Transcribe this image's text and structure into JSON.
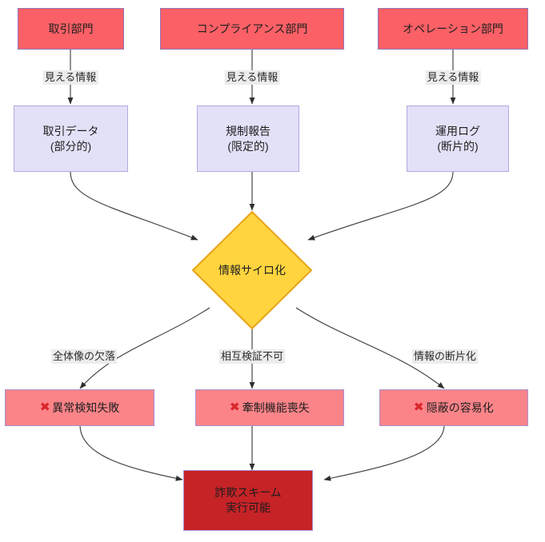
{
  "diagram": {
    "type": "flowchart",
    "title_text": "",
    "colors": {
      "department_fill": "#fb6066",
      "department_border": "#9575b5",
      "info_fill": "#e3e1f8",
      "info_border": "#b3a8e0",
      "silo_fill": "#ffd43f",
      "silo_border": "#e8a317",
      "failure_fill": "#fb8489",
      "failure_border": "#a98fd0",
      "final_fill": "#c62327",
      "final_border": "#a98fd0",
      "edge_stroke": "#333333",
      "edge_label_bg": "#ececec",
      "xmark_color": "#d8262b"
    },
    "departments": [
      {
        "id": "dept-trading",
        "label": "取引部門"
      },
      {
        "id": "dept-compliance",
        "label": "コンプライアンス部門"
      },
      {
        "id": "dept-operations",
        "label": "オペレーション部門"
      }
    ],
    "information": [
      {
        "id": "info-trading-data",
        "line1": "取引データ",
        "line2": "(部分的)"
      },
      {
        "id": "info-regulatory-report",
        "line1": "規制報告",
        "line2": "(限定的)"
      },
      {
        "id": "info-operation-log",
        "line1": "運用ログ",
        "line2": "(断片的)"
      }
    ],
    "silo": {
      "id": "information-silo",
      "label": "情報サイロ化"
    },
    "failures": [
      {
        "id": "failure-anomaly-detection",
        "mark": "✖",
        "label": "異常検知失敗"
      },
      {
        "id": "failure-check-function",
        "mark": "✖",
        "label": "牽制機能喪失"
      },
      {
        "id": "failure-concealment",
        "mark": "✖",
        "label": "隠蔽の容易化"
      }
    ],
    "final": {
      "id": "fraud-scheme",
      "line1": "詐欺スキーム",
      "line2": "実行可能"
    },
    "edge_labels": {
      "visible_info_1": "見える情報",
      "visible_info_2": "見える情報",
      "visible_info_3": "見える情報",
      "missing_big_picture": "全体像の欠落",
      "no_cross_verification": "相互検証不可",
      "fragmented_information": "情報の断片化"
    }
  }
}
